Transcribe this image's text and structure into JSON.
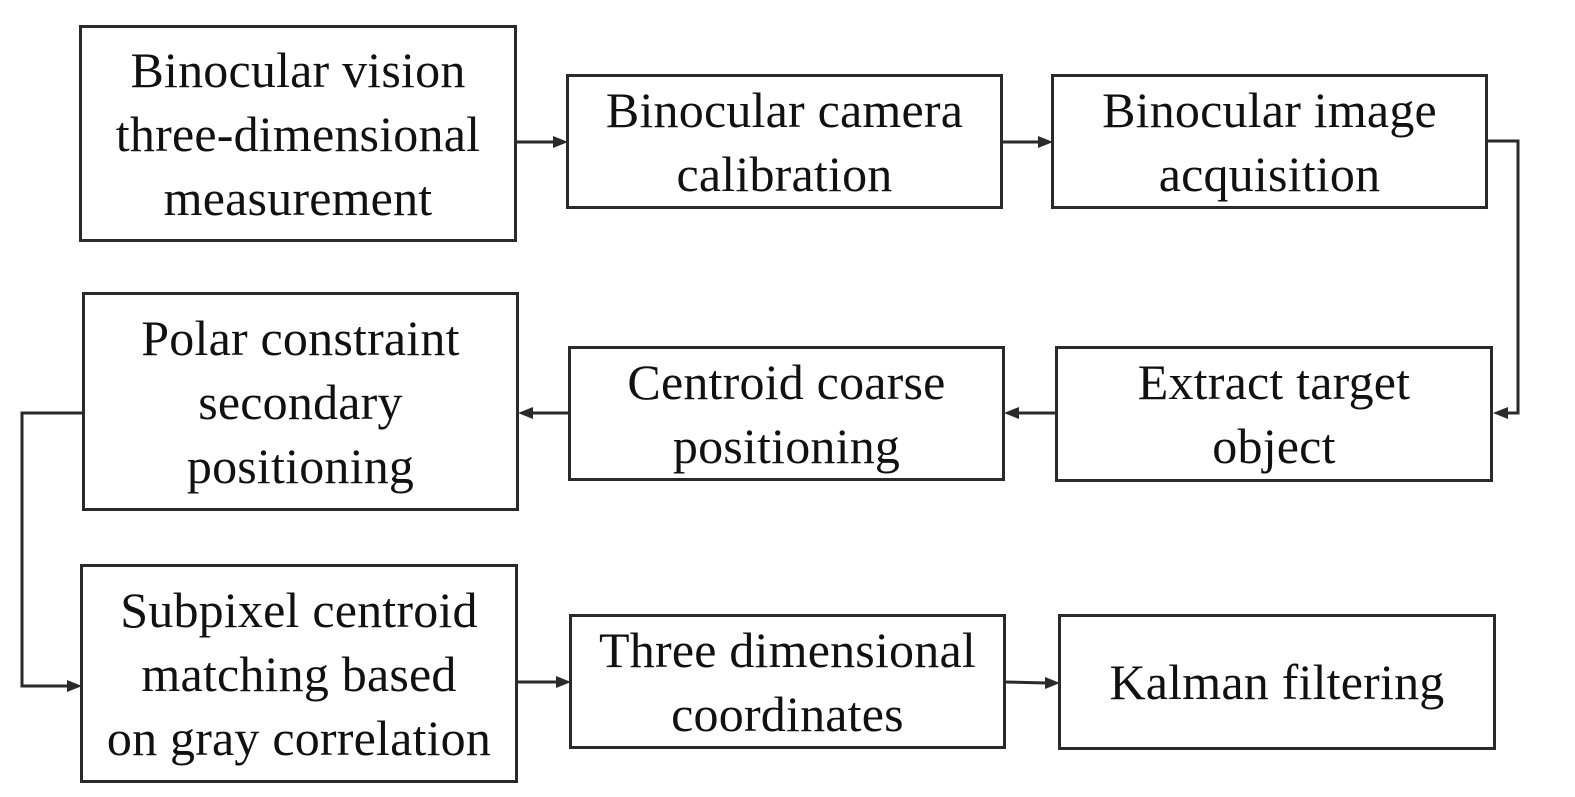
{
  "nodes": {
    "n1": "Binocular vision\nthree-dimensional\nmeasurement",
    "n2": "Binocular camera\ncalibration",
    "n3": "Binocular image\nacquisition",
    "n4": "Extract target\nobject",
    "n5": "Centroid coarse\npositioning",
    "n6": "Polar constraint\nsecondary\npositioning",
    "n7": "Subpixel centroid\nmatching based\non gray correlation",
    "n8": "Three dimensional\ncoordinates",
    "n9": "Kalman filtering"
  },
  "edges": [
    {
      "from": "n1",
      "to": "n2"
    },
    {
      "from": "n2",
      "to": "n3"
    },
    {
      "from": "n3",
      "to": "n4"
    },
    {
      "from": "n4",
      "to": "n5"
    },
    {
      "from": "n5",
      "to": "n6"
    },
    {
      "from": "n6",
      "to": "n7"
    },
    {
      "from": "n7",
      "to": "n8"
    },
    {
      "from": "n8",
      "to": "n9"
    }
  ]
}
